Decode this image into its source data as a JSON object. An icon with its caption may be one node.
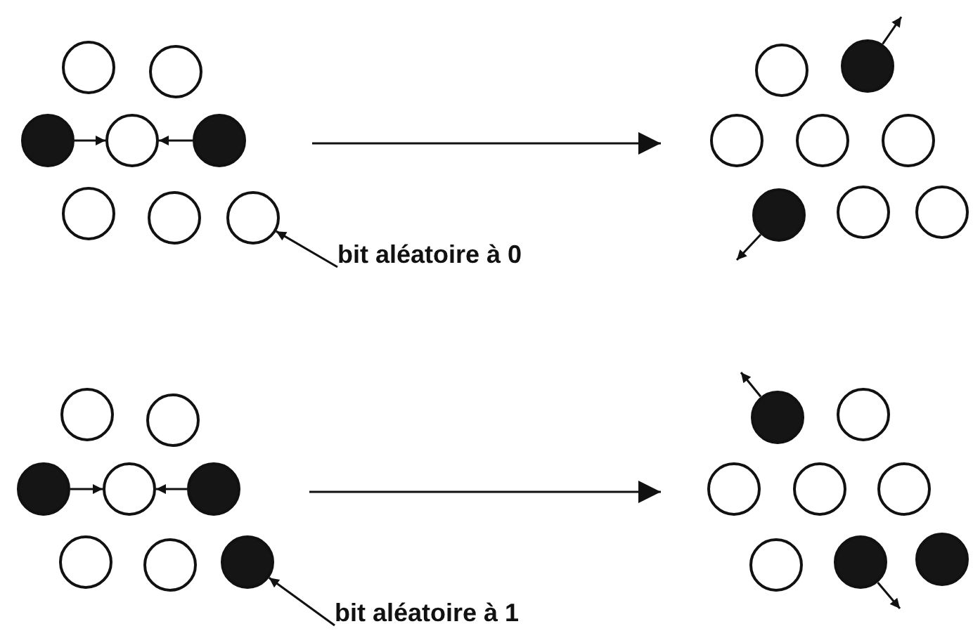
{
  "diagram": {
    "nodes": [
      {
        "text": [],
        "shape": "circle"
      },
      {
        "text": [],
        "shape": "circle"
      },
      {
        "text": [],
        "shape": "circle"
      },
      {
        "text": [],
        "shape": "circle"
      },
      {
        "text": [],
        "shape": "circle"
      },
      {
        "text": [],
        "shape": "circle"
      },
      {
        "text": [],
        "shape": "circle"
      },
      {
        "text": [],
        "shape": "circle"
      },
      {
        "text": [
          "bit aléatoire à 0"
        ]
      },
      {
        "text": [],
        "shape": "circle"
      },
      {
        "text": [],
        "shape": "circle"
      },
      {
        "text": [],
        "shape": "circle"
      },
      {
        "text": [],
        "shape": "circle"
      },
      {
        "text": [],
        "shape": "circle"
      },
      {
        "text": [],
        "shape": "circle"
      },
      {
        "text": [],
        "shape": "circle"
      },
      {
        "text": [],
        "shape": "circle"
      },
      {
        "text": [],
        "shape": "circle"
      },
      {
        "text": [],
        "shape": "circle"
      },
      {
        "text": [],
        "shape": "circle"
      },
      {
        "text": [],
        "shape": "circle"
      },
      {
        "text": [],
        "shape": "circle"
      },
      {
        "text": [],
        "shape": "circle"
      },
      {
        "text": [],
        "shape": "circle"
      },
      {
        "text": [],
        "shape": "circle"
      },
      {
        "text": [
          "bit aléatoire à 1"
        ]
      },
      {
        "text": [],
        "shape": "circle"
      },
      {
        "text": [],
        "shape": "circle"
      },
      {
        "text": [],
        "shape": "circle"
      },
      {
        "text": [],
        "shape": "circle"
      },
      {
        "text": [],
        "shape": "circle"
      },
      {
        "text": [],
        "shape": "circle"
      },
      {
        "text": [],
        "shape": "circle"
      },
      {
        "text": [],
        "shape": "circle"
      }
    ],
    "edges": [
      {
        "from": 2,
        "to": 3,
        "arrow": "to"
      },
      {
        "from": 4,
        "to": 3,
        "arrow": "to"
      },
      {
        "from": 8,
        "to": 7,
        "arrow": "to"
      },
      {
        "from": 10,
        "to": null,
        "arrow": "to"
      },
      {
        "from": 14,
        "to": null,
        "arrow": "to"
      },
      {
        "from": 19,
        "to": 20,
        "arrow": "to"
      },
      {
        "from": 21,
        "to": 20,
        "arrow": "to"
      },
      {
        "from": 25,
        "to": 24,
        "arrow": "to"
      },
      {
        "from": 26,
        "to": null,
        "arrow": "to"
      },
      {
        "from": 32,
        "to": null,
        "arrow": "to"
      }
    ]
  }
}
